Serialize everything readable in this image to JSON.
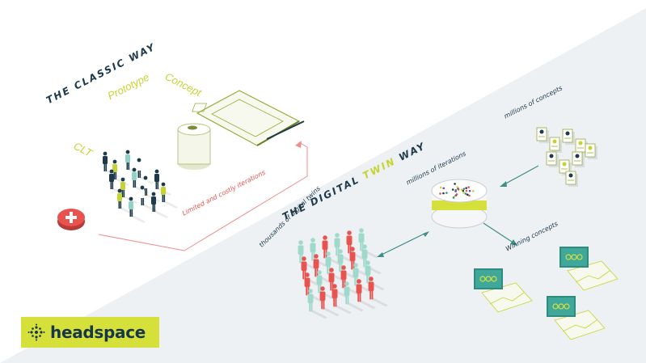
{
  "classic": {
    "title": "THE CLASSIC WAY",
    "concept": "Concept",
    "prototype": "Prototype",
    "clt": "CLT",
    "iterations": "Limited and costly iterations"
  },
  "digital": {
    "title_part1": "THE DIGITAL",
    "title_twin": "TWIN",
    "title_part2": "WAY",
    "millions_concepts": "millions of concepts",
    "millions_iterations": "millions of iterations",
    "thousands_twins": "thousands of digital twins",
    "winning": "Winning concepts"
  },
  "logo": {
    "text": "headspace"
  },
  "colors": {
    "navy": "#1e3a4a",
    "lime": "#c6d432",
    "red": "#e8524f",
    "teal": "#8fd3c3",
    "grey_bg": "#edf1f3"
  }
}
